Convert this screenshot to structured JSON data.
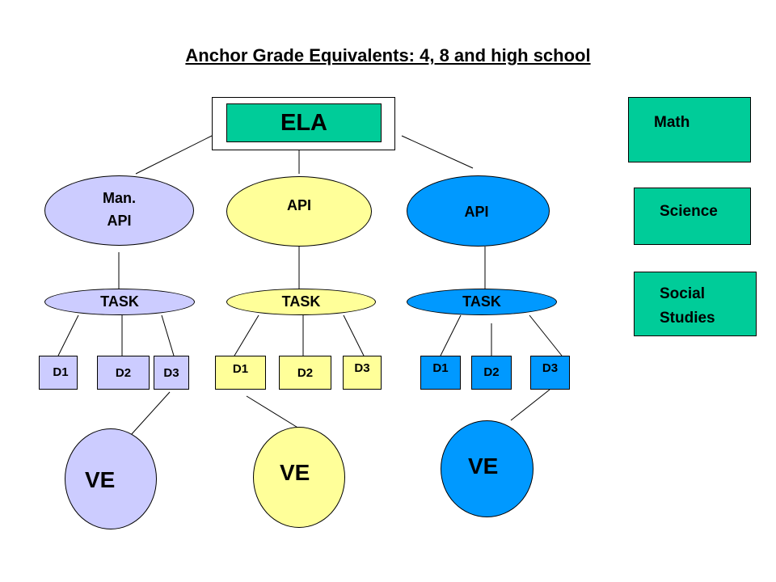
{
  "title": "Anchor Grade Equivalents: 4, 8 and high school",
  "root": {
    "label": "ELA"
  },
  "side": {
    "math": "Math",
    "science": "Science",
    "social_studies": [
      "Social",
      "Studies"
    ]
  },
  "columns": [
    {
      "api": [
        "Man.",
        "API"
      ],
      "task": "TASK",
      "d": [
        "D1",
        "D2",
        "D3"
      ],
      "ve": "VE"
    },
    {
      "api": [
        "API"
      ],
      "task": "TASK",
      "d": [
        "D1",
        "D2",
        "D3"
      ],
      "ve": "VE"
    },
    {
      "api": [
        "API"
      ],
      "task": "TASK",
      "d": [
        "D1",
        "D2",
        "D3"
      ],
      "ve": "VE"
    }
  ],
  "colors": {
    "lilac": "#ccccff",
    "yellow": "#ffff99",
    "blue": "#0099ff",
    "teal": "#00cc99"
  }
}
